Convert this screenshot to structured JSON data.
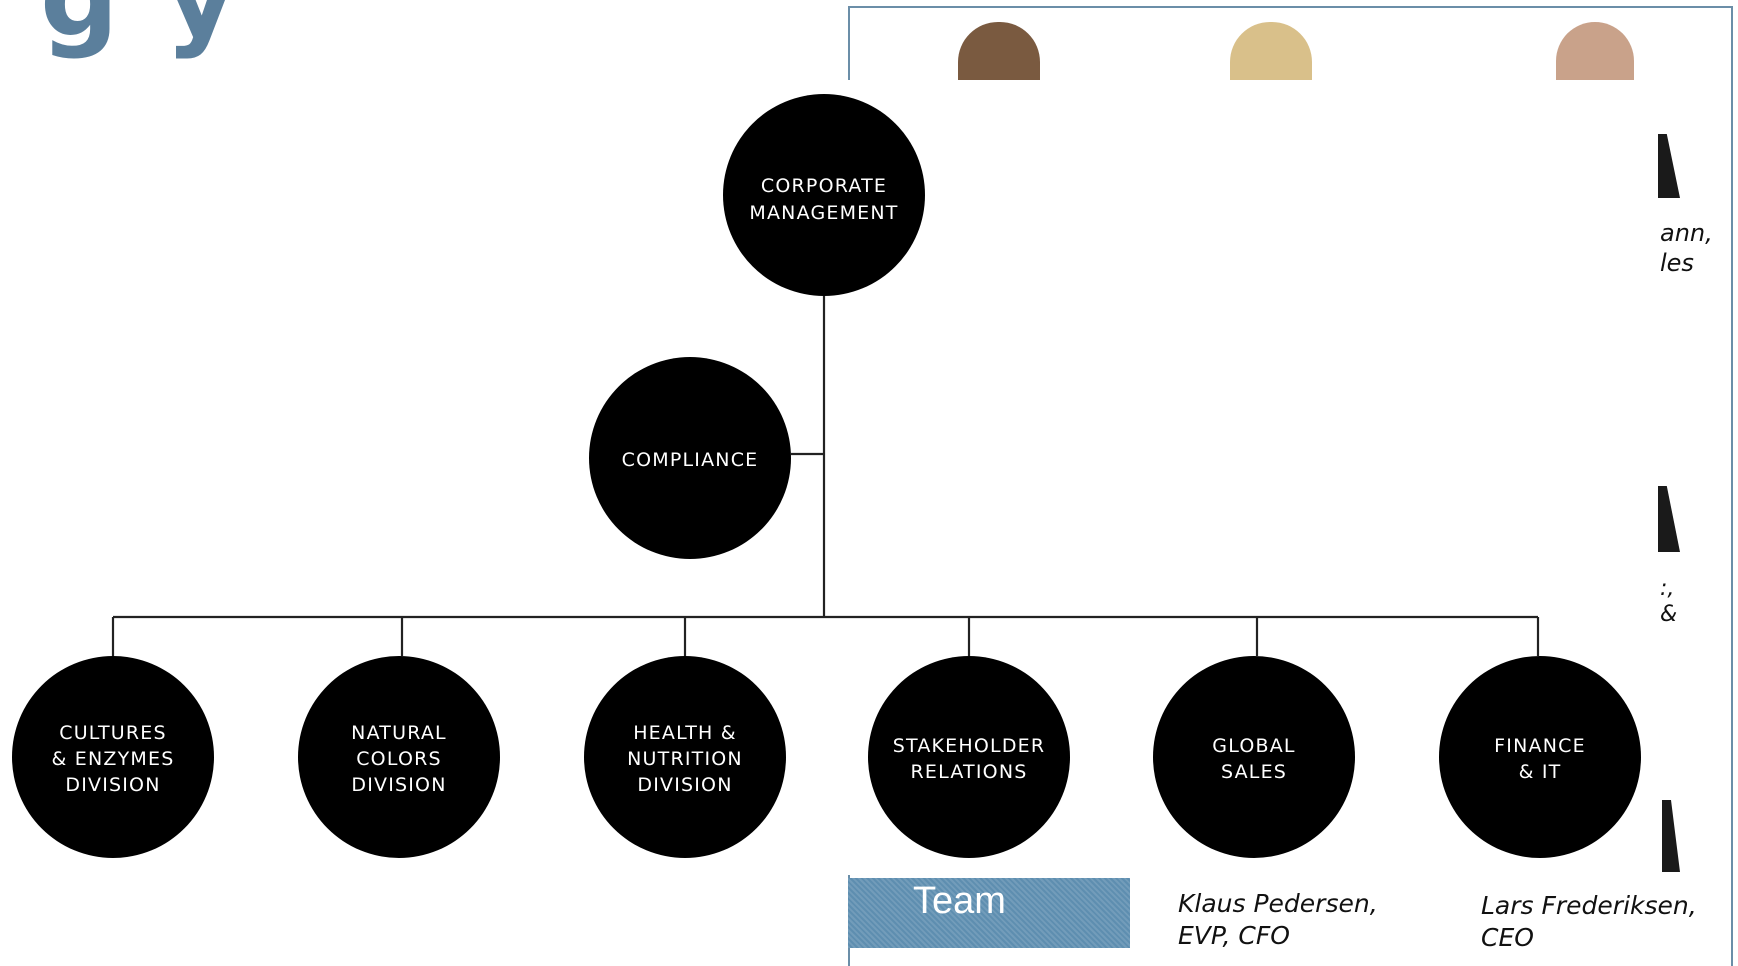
{
  "title_fragment": "g y",
  "side_text": {
    "upper": "ann,\nles",
    "lower": ":,\n&"
  },
  "team_tab": {
    "label": "Team"
  },
  "captions": [
    {
      "name": "Klaus Pedersen,",
      "role": "EVP, CFO"
    },
    {
      "name": "Lars Frederiksen,",
      "role": "CEO"
    }
  ],
  "org": {
    "root": [
      "CORPORATE",
      "MANAGEMENT"
    ],
    "staff": [
      "COMPLIANCE"
    ],
    "children": [
      [
        "CULTURES",
        "& ENZYMES",
        "DIVISION"
      ],
      [
        "NATURAL",
        "COLORS",
        "DIVISION"
      ],
      [
        "HEALTH &",
        "NUTRITION",
        "DIVISION"
      ],
      [
        "STAKEHOLDER",
        "RELATIONS"
      ],
      [
        "GLOBAL",
        "SALES"
      ],
      [
        "FINANCE",
        "& IT"
      ]
    ]
  },
  "colors": {
    "node_fill": "#000000",
    "connector": "#222222",
    "team_tab": "#5e8eb0",
    "panel_border": "#6b8ea8"
  }
}
